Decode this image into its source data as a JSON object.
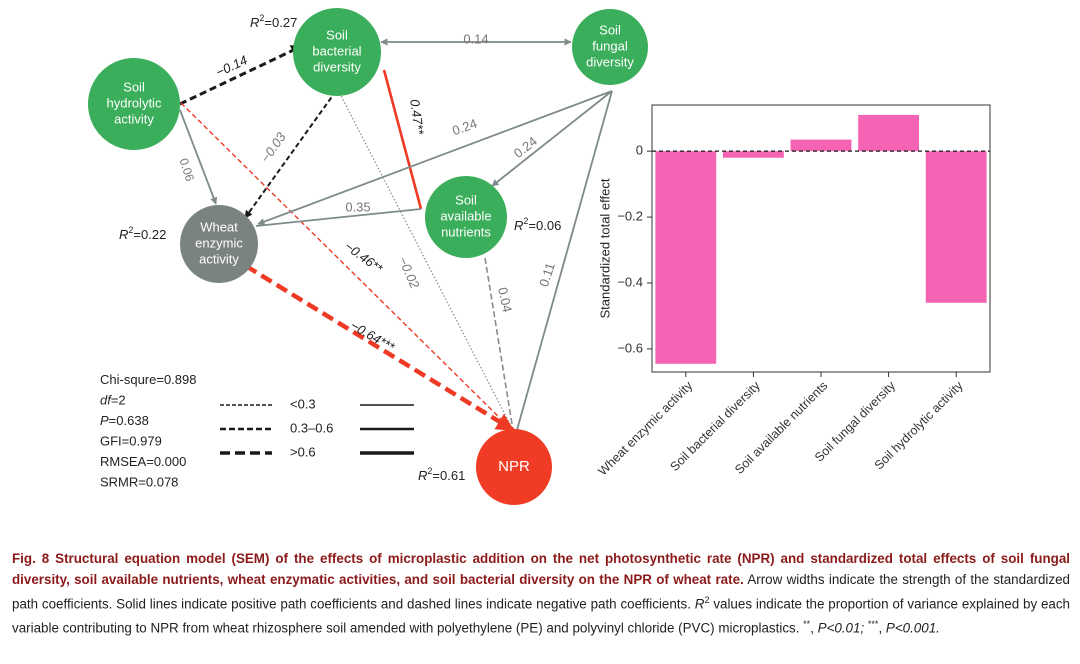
{
  "sem": {
    "nodes": {
      "hydrolytic": {
        "lines": [
          "Soil",
          "hydrolytic",
          "activity"
        ],
        "color": "#3aae5a"
      },
      "bacterial": {
        "lines": [
          "Soil",
          "bacterial",
          "diversity"
        ],
        "color": "#3aae5a",
        "r2": "0.27"
      },
      "fungal": {
        "lines": [
          "Soil",
          "fungal",
          "diversity"
        ],
        "color": "#3aae5a"
      },
      "nutrients": {
        "lines": [
          "Soil",
          "available",
          "nutrients"
        ],
        "color": "#3aae5a",
        "r2": "0.06"
      },
      "wheat": {
        "lines": [
          "Wheat",
          "enzymic",
          "activity"
        ],
        "color": "#7b8380",
        "r2": "0.22"
      },
      "npr": {
        "lines": [
          "NPR"
        ],
        "color": "#f03c24",
        "r2": "0.61"
      }
    },
    "paths": [
      {
        "from": "hydrolytic",
        "to": "bacterial",
        "label": "−0.14",
        "sign": "negative"
      },
      {
        "from": "hydrolytic",
        "to": "wheat",
        "label": "0.06",
        "sign": "positive"
      },
      {
        "from": "hydrolytic",
        "to": "npr",
        "label": "−0.46**",
        "sign": "negative"
      },
      {
        "from": "bacterial",
        "to": "fungal",
        "label": "0.14",
        "sign": "positive"
      },
      {
        "from": "bacterial",
        "to": "wheat",
        "label": "−0.03",
        "sign": "negative"
      },
      {
        "from": "bacterial",
        "to": "npr",
        "label": "−0.02",
        "sign": "negative"
      },
      {
        "from": "nutrients",
        "to": "bacterial",
        "label": "0.47**",
        "sign": "positive"
      },
      {
        "from": "fungal",
        "to": "wheat",
        "label": "0.24",
        "sign": "positive"
      },
      {
        "from": "fungal",
        "to": "nutrients",
        "label": "0.24",
        "sign": "positive"
      },
      {
        "from": "fungal",
        "to": "npr",
        "label": "0.11",
        "sign": "positive"
      },
      {
        "from": "nutrients",
        "to": "wheat",
        "label": "0.35",
        "sign": "positive"
      },
      {
        "from": "nutrients",
        "to": "npr",
        "label": "0.04",
        "sign": "positive"
      },
      {
        "from": "wheat",
        "to": "npr",
        "label": "−0.64***",
        "sign": "negative"
      }
    ],
    "fit": [
      {
        "key": "Chi-squre",
        "val": "0.898"
      },
      {
        "key": "df",
        "val": "2"
      },
      {
        "key": "P",
        "val": "0.638"
      },
      {
        "key": "GFI",
        "val": "0.979"
      },
      {
        "key": "RMSEA",
        "val": "0.000"
      },
      {
        "key": "SRMR",
        "val": "0.078"
      }
    ],
    "legend_ranges": [
      "<0.3",
      "0.3–0.6",
      ">0.6"
    ]
  },
  "chart_data": {
    "type": "bar",
    "categories": [
      "Wheat enzymic activity",
      "Soil bacterial diversity",
      "Soil available nutrients",
      "Soil fungal diversity",
      "Soil hydrolytic activity"
    ],
    "values": [
      -0.645,
      -0.02,
      0.035,
      0.11,
      -0.46
    ],
    "ylabel": "Standardized total effect",
    "ylim": [
      -0.67,
      0.14
    ],
    "yticks": [
      0,
      -0.2,
      -0.4,
      -0.6
    ],
    "ytick_labels": [
      "0",
      "−0.2",
      "−0.4",
      "−0.6"
    ],
    "bar_color": "#f564b4",
    "grid": false
  },
  "caption": {
    "lead": "Fig. 8  Structural equation model (SEM) of the effects of microplastic addition on the net photosynthetic rate (NPR) and standardized total effects of soil fungal diversity, soil available nutrients, wheat enzymatic activities, and soil bacterial diversity on the NPR of wheat rate.",
    "body_1": "Arrow widths indicate the strength of the standardized path coefficients.  Solid lines indicate positive path coefficients and dashed lines indicate negative path coefficients.",
    "r2_symbol": "R",
    "r2_sup": "2",
    "body_2": "values indicate the proportion of variance explained by each variable contributing to NPR from wheat rhizosphere soil amended with polyethylene (PE) and polyvinyl chloride (PVC) microplastics.",
    "sig_1_stars": "**",
    "sig_1_text": "P<0.01;",
    "sig_2_stars": "***",
    "sig_2_text": "P<0.001."
  }
}
